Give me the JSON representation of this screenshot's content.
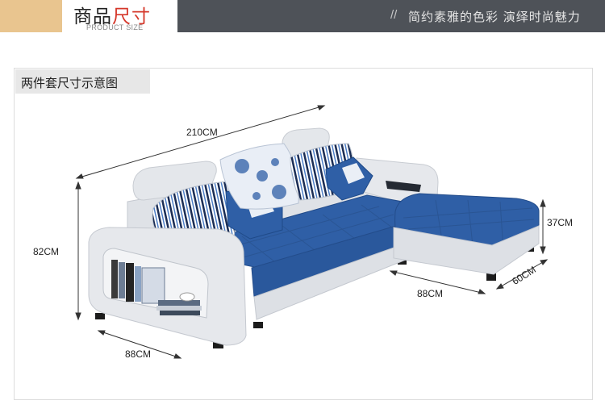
{
  "header": {
    "title_part1": "商品",
    "title_part2": "尺寸",
    "subtitle": "PRODUCT SIZE",
    "slogan_slashes": "//",
    "slogan": "简约素雅的色彩  演绎时尚魅力"
  },
  "diagram": {
    "label": "两件套尺寸示意图",
    "dimensions": {
      "length": "210CM",
      "height": "82CM",
      "depth": "88CM",
      "ottoman_height": "37CM",
      "ottoman_length": "88CM",
      "ottoman_width": "60CM"
    }
  },
  "colors": {
    "accent": "#e9c58f",
    "highlight": "#d5372a",
    "slogan_bar": "#4e5258",
    "sofa_blue": "#2f5fa6",
    "sofa_frame": "#e2e5ea"
  }
}
